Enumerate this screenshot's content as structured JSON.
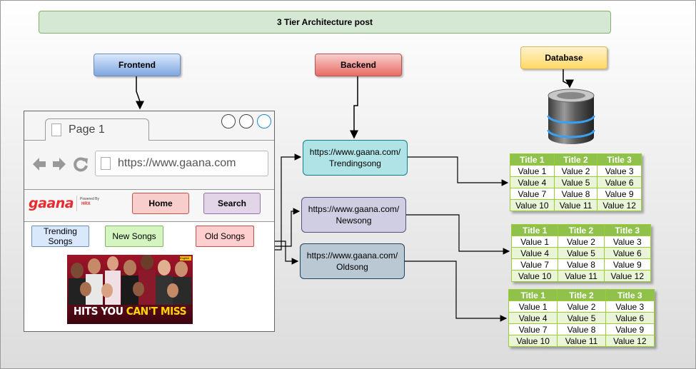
{
  "title": "3 Tier Architecture post",
  "tiers": {
    "frontend": "Frontend",
    "backend": "Backend",
    "database": "Database"
  },
  "browser": {
    "tab_label": "Page 1",
    "url": "https://www.gaana.com",
    "logo": "gaana",
    "logo_powered": "Powered By",
    "logo_partner": "HRX",
    "nav": {
      "home": "Home",
      "search": "Search"
    },
    "categories": {
      "trending_line1": "Trending",
      "trending_line2": "Songs",
      "new": "New Songs",
      "old": "Old Songs"
    },
    "promo": {
      "text_white": "HITS YOU ",
      "text_yellow": "CAN'T MISS",
      "badge": "English"
    }
  },
  "services": {
    "trending": {
      "line1": "https://www.gaana.com/",
      "line2": "Trendingsong"
    },
    "new": {
      "line1": "https://www.gaana.com/",
      "line2": "Newsong"
    },
    "old": {
      "line1": "https://www.gaana.com/",
      "line2": "Oldsong"
    }
  },
  "tables": [
    {
      "headers": [
        "Title 1",
        "Title 2",
        "Title 3"
      ],
      "rows": [
        [
          "Value 1",
          "Value 2",
          "Value 3"
        ],
        [
          "Value 4",
          "Value 5",
          "Value 6"
        ],
        [
          "Value 7",
          "Value 8",
          "Value 9"
        ],
        [
          "Value 10",
          "Value 11",
          "Value 12"
        ]
      ]
    },
    {
      "headers": [
        "Title 1",
        "Title 2",
        "Title 3"
      ],
      "rows": [
        [
          "Value 1",
          "Value 2",
          "Value 3"
        ],
        [
          "Value 4",
          "Value 5",
          "Value 6"
        ],
        [
          "Value 7",
          "Value 8",
          "Value 9"
        ],
        [
          "Value 10",
          "Value 11",
          "Value 12"
        ]
      ]
    },
    {
      "headers": [
        "Title 1",
        "Title 2",
        "Title 3"
      ],
      "rows": [
        [
          "Value 1",
          "Value 2",
          "Value 3"
        ],
        [
          "Value 4",
          "Value 5",
          "Value 6"
        ],
        [
          "Value 7",
          "Value 8",
          "Value 9"
        ],
        [
          "Value 10",
          "Value 11",
          "Value 12"
        ]
      ]
    }
  ],
  "colors": {
    "accent_green": "#8fc14b",
    "gaana_red": "#e72c30"
  }
}
